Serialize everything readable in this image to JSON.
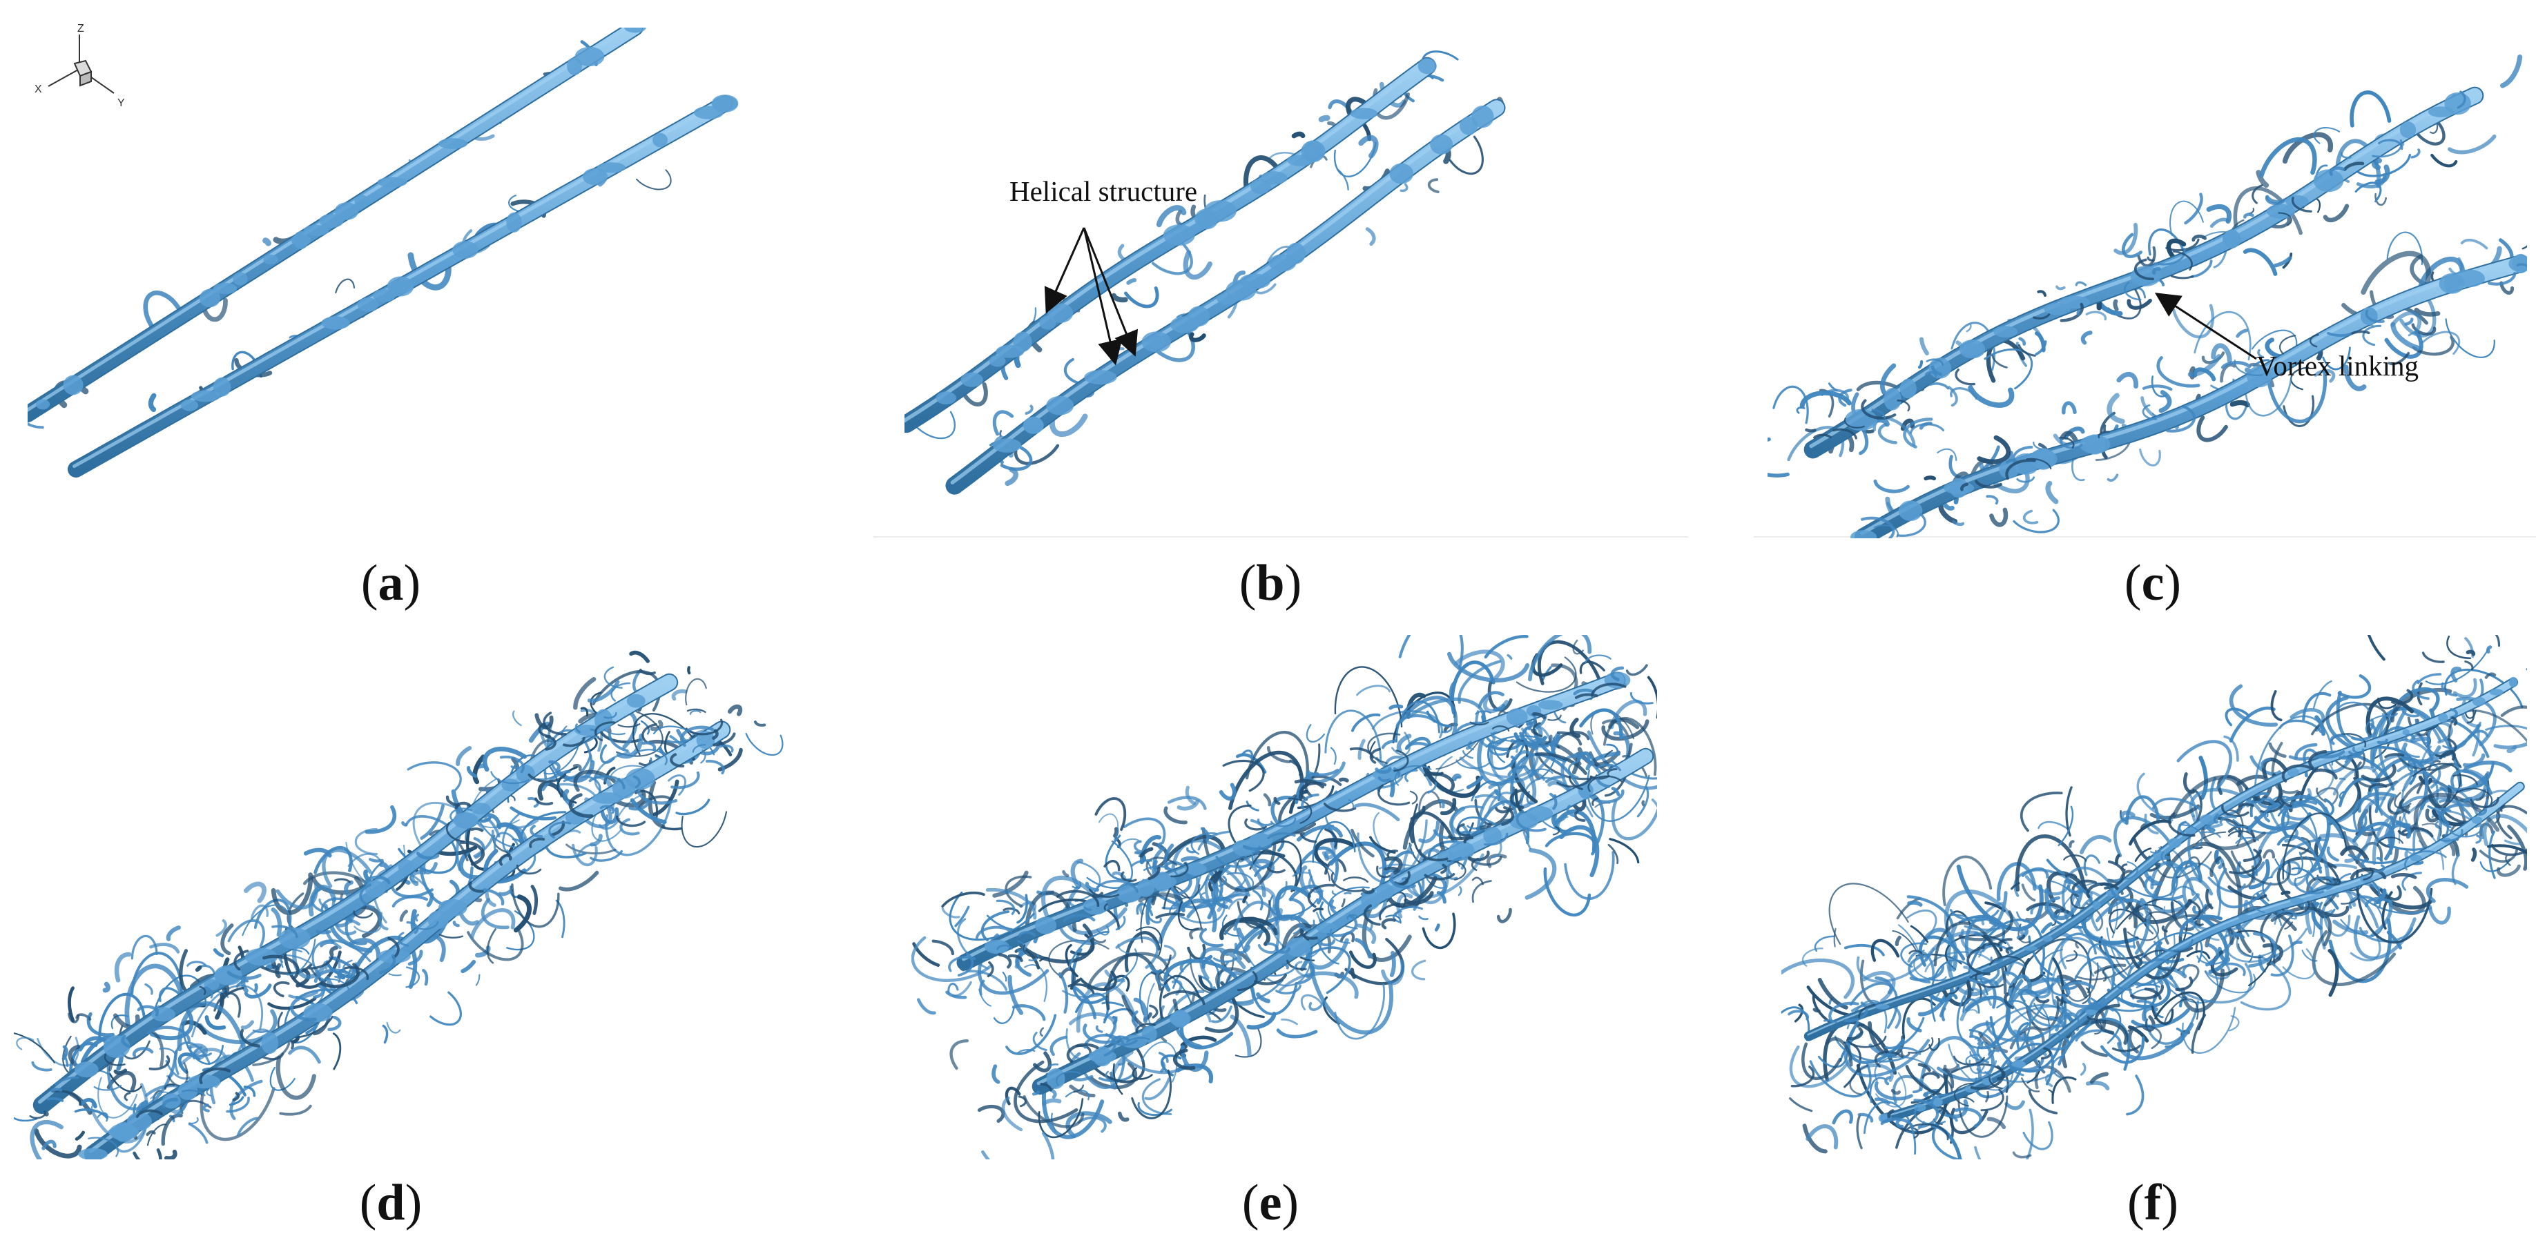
{
  "axes": {
    "x": "X",
    "y": "Y",
    "z": "Z"
  },
  "panels": [
    {
      "id": "a",
      "caption_letter": "a",
      "stage": 0
    },
    {
      "id": "b",
      "caption_letter": "b",
      "stage": 1
    },
    {
      "id": "c",
      "caption_letter": "c",
      "stage": 2
    },
    {
      "id": "d",
      "caption_letter": "d",
      "stage": 3
    },
    {
      "id": "e",
      "caption_letter": "e",
      "stage": 4
    },
    {
      "id": "f",
      "caption_letter": "f",
      "stage": 5
    }
  ],
  "annotations": {
    "helical": "Helical structure",
    "linking": "Vortex linking"
  },
  "colors": {
    "tube": "#5b9fd4",
    "tube_highlight": "#9fd0f2",
    "tube_shadow": "#2f6f9f",
    "debris": "#3f86bf",
    "debris_dark": "#234f73",
    "caption": "#111111"
  }
}
